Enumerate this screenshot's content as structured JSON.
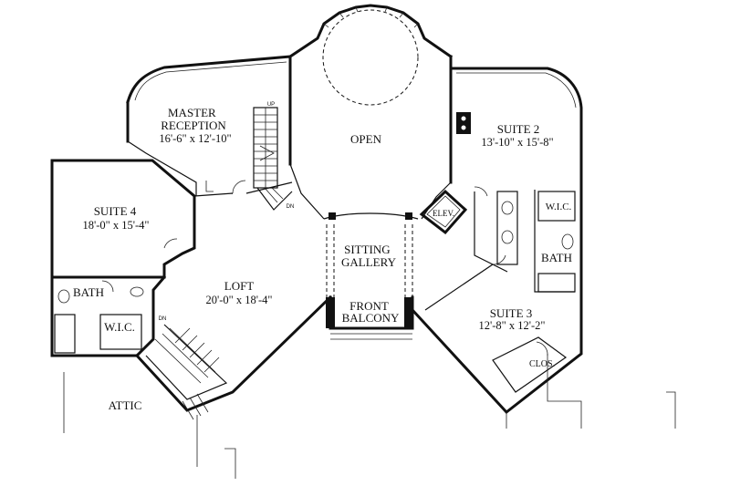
{
  "rooms": {
    "master_reception": {
      "name": "MASTER\nRECEPTION",
      "dims": "16'-6\" x 12'-10\""
    },
    "open": {
      "name": "OPEN"
    },
    "suite2": {
      "name": "SUITE 2",
      "dims": "13'-10\" x 15'-8\""
    },
    "suite4": {
      "name": "SUITE 4",
      "dims": "18'-0\" x 15'-4\""
    },
    "loft": {
      "name": "LOFT",
      "dims": "20'-0\" x 18'-4\""
    },
    "sitting_gallery": {
      "name": "SITTING\nGALLERY"
    },
    "front_balcony": {
      "name": "FRONT\nBALCONY"
    },
    "suite3": {
      "name": "SUITE 3",
      "dims": "12'-8\" x 12'-2\""
    },
    "bath_left": {
      "name": "BATH"
    },
    "wic_left": {
      "name": "W.I.C."
    },
    "wic_right": {
      "name": "W.I.C."
    },
    "bath_right": {
      "name": "BATH"
    },
    "clos": {
      "name": "CLOS."
    },
    "elev": {
      "name": "ELEV."
    },
    "attic": {
      "name": "ATTIC"
    }
  },
  "stair_labels": {
    "up": "UP",
    "dn_top": "DN",
    "dn_left": "DN"
  },
  "colors": {
    "ink": "#111111",
    "paper": "#ffffff"
  }
}
